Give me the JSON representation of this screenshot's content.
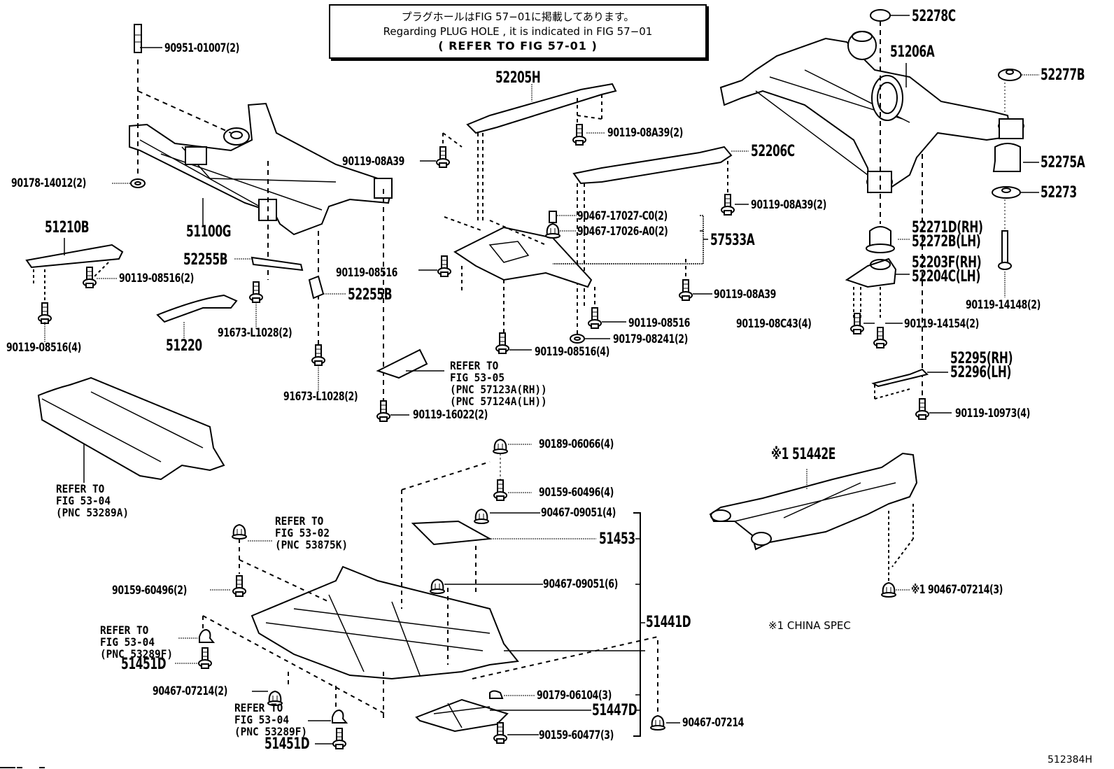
{
  "note": {
    "line1": "プラグホールはFIG 57−01に掲載してあります。",
    "line2": "Regarding  PLUG HOLE , it is indicated  in  FIG 57−01",
    "line3": "( REFER TO FIG 57-01   )"
  },
  "parts": {
    "p90951": "90951-01007(2)",
    "p90178": "90178-14012(2)",
    "p51100G": "51100G",
    "p51210B": "51210B",
    "p90119_08516_2": "90119-08516(2)",
    "p90119_08516_4a": "90119-08516(4)",
    "p52255B_a": "52255B",
    "p52255B_b": "52255B",
    "p51220": "51220",
    "p91673_a": "91673-L1028(2)",
    "p91673_b": "91673-L1028(2)",
    "p52205H": "52205H",
    "p90119_08A39_a": "90119-08A39",
    "p90119_08A39_2a": "90119-08A39(2)",
    "p52206C": "52206C",
    "p90119_08A39_2b": "90119-08A39(2)",
    "p90467_17027": "90467-17027-C0(2)",
    "p90467_17026": "90467-17026-A0(2)",
    "p57533A": "57533A",
    "p90119_08516_a": "90119-08516",
    "p90119_08A39_b": "90119-08A39",
    "p90119_08516_b": "90119-08516",
    "p90179_08241": "90179-08241(2)",
    "p90119_08516_4b": "90119-08516(4)",
    "p90119_16022": "90119-16022(2)",
    "p52278C": "52278C",
    "p51206A": "51206A",
    "p52277B": "52277B",
    "p52275A": "52275A",
    "p52273": "52273",
    "p52271D": "52271D(RH)",
    "p52272B": "52272B(LH)",
    "p52203F": "52203F(RH)",
    "p52204C": "52204C(LH)",
    "p90119_14148": "90119-14148(2)",
    "p90119_08C43": "90119-08C43(4)",
    "p90119_14154": "90119-14154(2)",
    "p52295": "52295(RH)",
    "p52296": "52296(LH)",
    "p90119_10973": "90119-10973(4)",
    "p90189": "90189-06066(4)",
    "p90159_60496_4": "90159-60496(4)",
    "p90467_09051_4": "90467-09051(4)",
    "p51453": "51453",
    "p90467_09051_6": "90467-09051(6)",
    "p51441D": "51441D",
    "p90159_60496_2": "90159-60496(2)",
    "p51451D_a": "51451D",
    "p90467_07214_2": "90467-07214(2)",
    "p51451D_b": "51451D",
    "p90179_06104": "90179-06104(3)",
    "p51447D": "51447D",
    "p90159_60477": "90159-60477(3)",
    "p90467_07214": "90467-07214",
    "p51442E": "※1 51442E",
    "p90467_07214_3": "※1 90467-07214(3)"
  },
  "refs": {
    "r5305": "REFER TO\nFIG 53-05\n(PNC 57123A(RH))\n(PNC 57124A(LH))",
    "r5304a": "REFER TO\nFIG 53-04\n(PNC 53289A)",
    "r5302": "REFER TO\nFIG 53-02\n(PNC 53875K)",
    "r5304f_a": "REFER TO\nFIG 53-04\n(PNC 53289F)",
    "r5304f_b": "REFER TO\nFIG 53-04\n(PNC 53289F)"
  },
  "footnote": "※1 CHINA SPEC",
  "figure_code": "512384H"
}
